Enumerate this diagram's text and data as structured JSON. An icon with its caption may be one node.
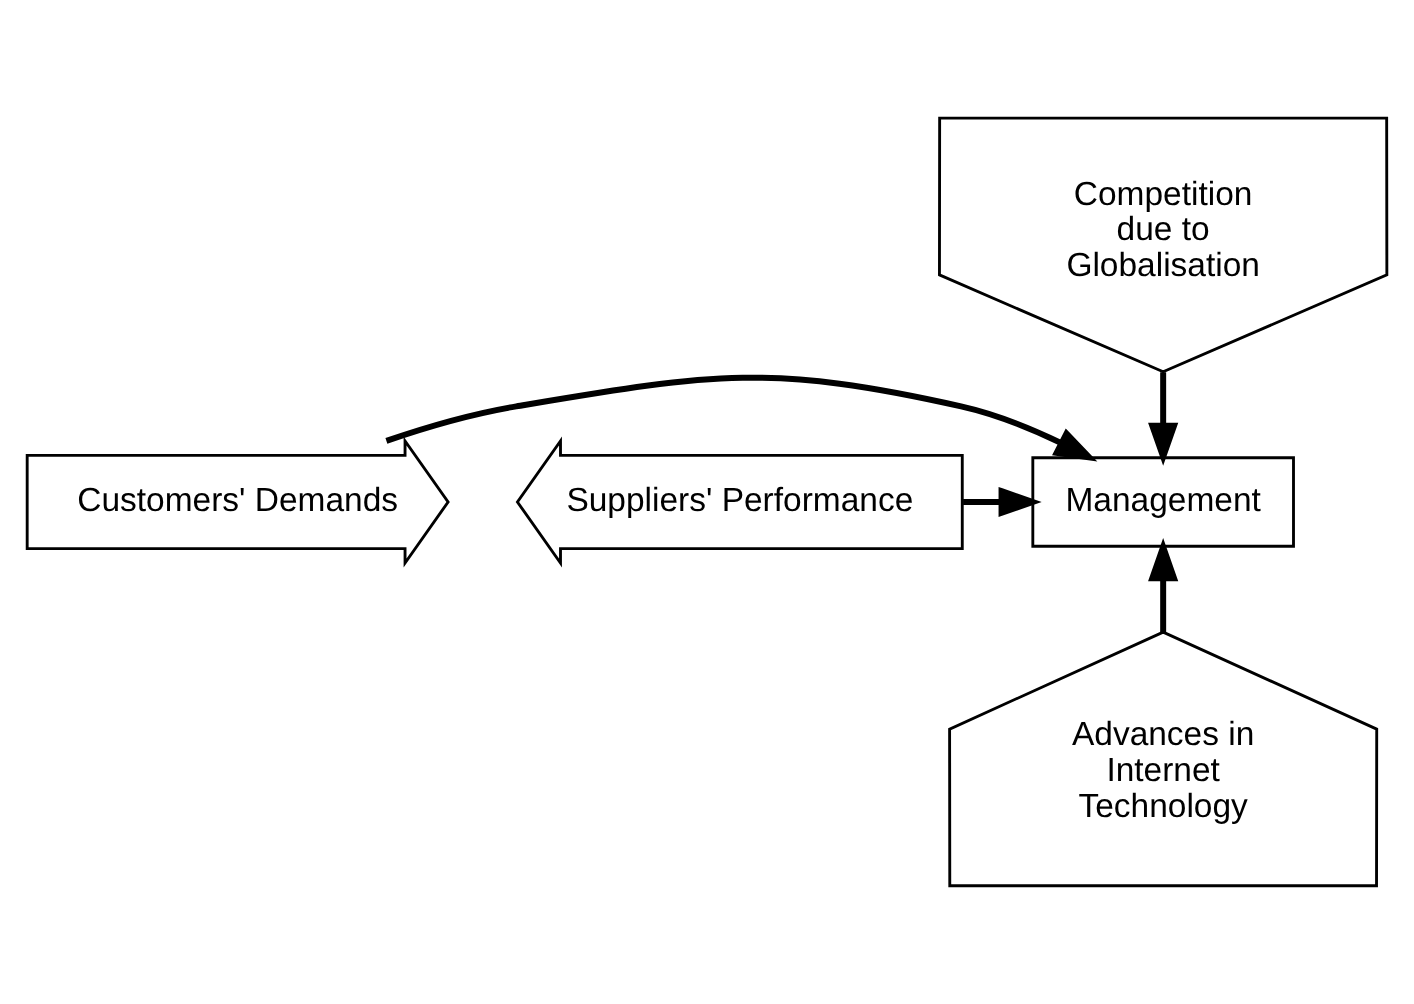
{
  "diagram": {
    "nodes": [
      {
        "text": [
          "Competition due to Globalisation"
        ]
      },
      {
        "text": [
          "Customers' Demands"
        ]
      },
      {
        "text": [
          "Management"
        ]
      },
      {
        "text": [
          "Suppliers' Performance"
        ]
      },
      {
        "text": [
          "Advances in Internet Technology"
        ]
      }
    ],
    "edges": [
      {
        "from": 0,
        "to": 2,
        "arrow": "to"
      },
      {
        "from": 1,
        "to": 2,
        "arrow": "to"
      },
      {
        "from": 3,
        "to": 2,
        "arrow": "to"
      },
      {
        "from": 4,
        "to": 2,
        "arrow": "to"
      }
    ]
  }
}
